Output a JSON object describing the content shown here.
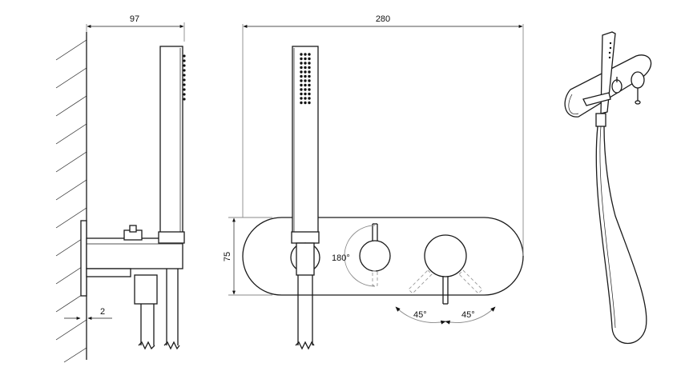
{
  "dimensions": {
    "side_depth": "97",
    "wall_gap": "2",
    "plate_width": "280",
    "plate_height": "75"
  },
  "angles": {
    "diverter_rotation": "180°",
    "mixer_left": "45°",
    "mixer_right": "45°"
  }
}
